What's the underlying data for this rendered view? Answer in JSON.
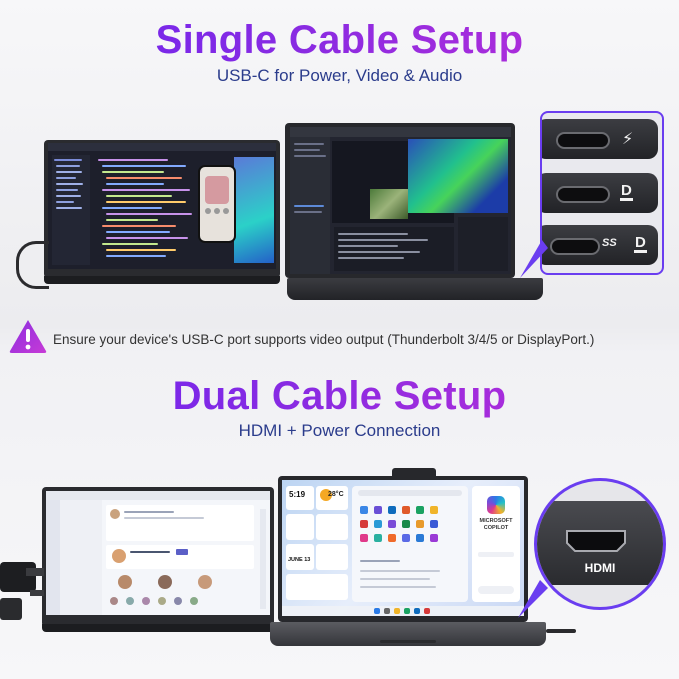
{
  "single": {
    "title": "Single Cable Setup",
    "subtitle": "USB-C for Power, Video & Audio",
    "ports": [
      {
        "icon": "thunderbolt-icon",
        "label": "⚡"
      },
      {
        "icon": "displayport-icon",
        "label": "D"
      },
      {
        "icon": "superspeed-displayport-icon",
        "label": "SS"
      }
    ]
  },
  "warning": {
    "text": "Ensure your device's USB-C port supports video output (Thunderbolt 3/4/5 or DisplayPort.)"
  },
  "dual": {
    "title": "Dual Cable Setup",
    "subtitle": "HDMI + Power Connection",
    "port_label": "HDMI",
    "laptop_screen": {
      "time": "5:19",
      "temp": "28°C",
      "date": "JUNE 13",
      "copilot": "MICROSOFT COPILOT"
    }
  },
  "colors": {
    "accent": "#6a3df0",
    "title_start": "#6a24f0",
    "title_end": "#c02dd6",
    "subtitle": "#2b3c8c"
  }
}
